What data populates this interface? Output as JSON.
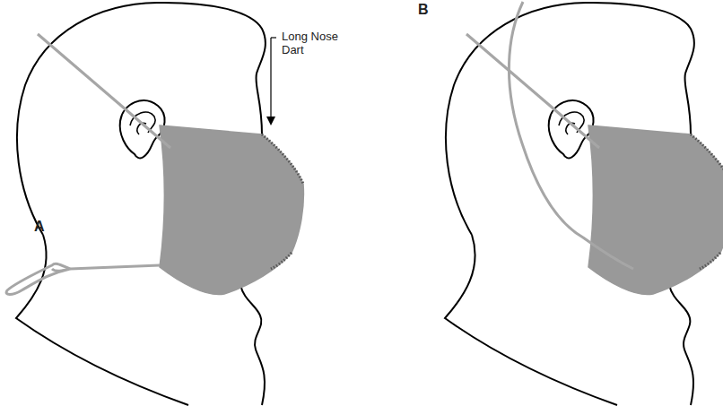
{
  "diagram": {
    "labels": [
      "Long Nose Dart",
      "A",
      "B"
    ]
  }
}
